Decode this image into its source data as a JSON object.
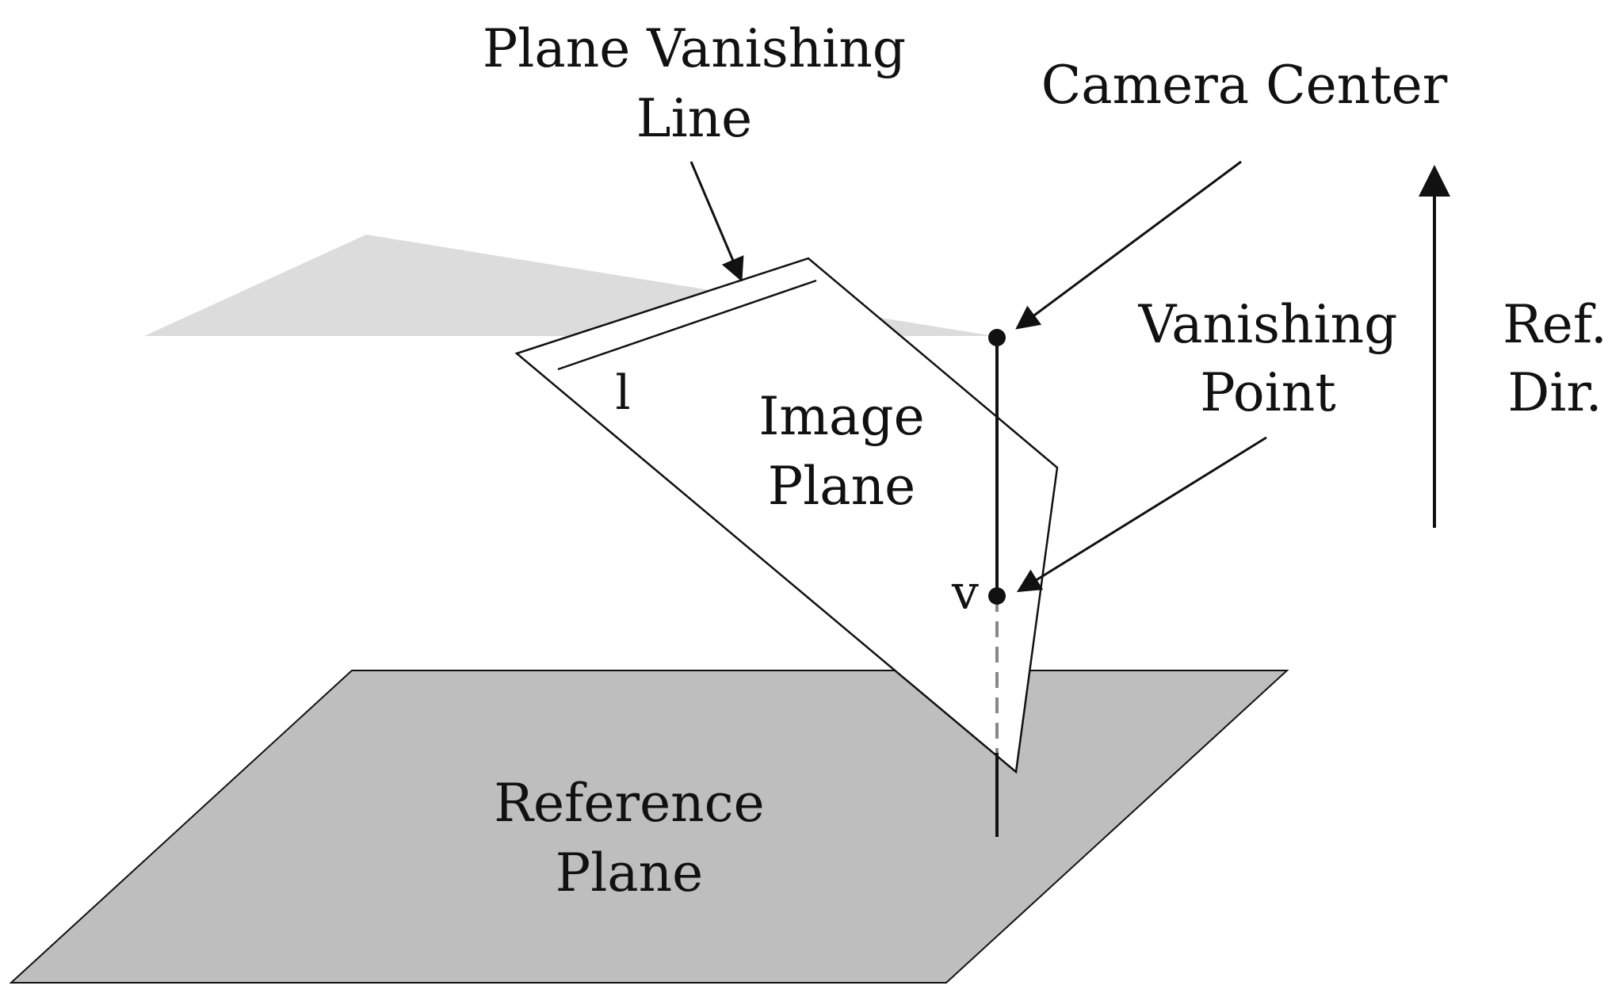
{
  "labels": {
    "plane_vanishing_line": [
      "Plane Vanishing",
      "Line"
    ],
    "camera_center": "Camera Center",
    "vanishing_point": [
      "Vanishing",
      "Point"
    ],
    "ref_dir": [
      "Ref.",
      "Dir."
    ],
    "image_plane": [
      "Image",
      "Plane"
    ],
    "reference_plane": [
      "Reference",
      "Plane"
    ],
    "line_symbol": "l",
    "point_symbol": "v"
  },
  "colors": {
    "background": "#ffffff",
    "horizon_plane": "#dcdcdc",
    "reference_plane": "#bebebe",
    "image_plane_fill": "#ffffff",
    "stroke": "#111111",
    "dashed_segment": "#888888"
  }
}
